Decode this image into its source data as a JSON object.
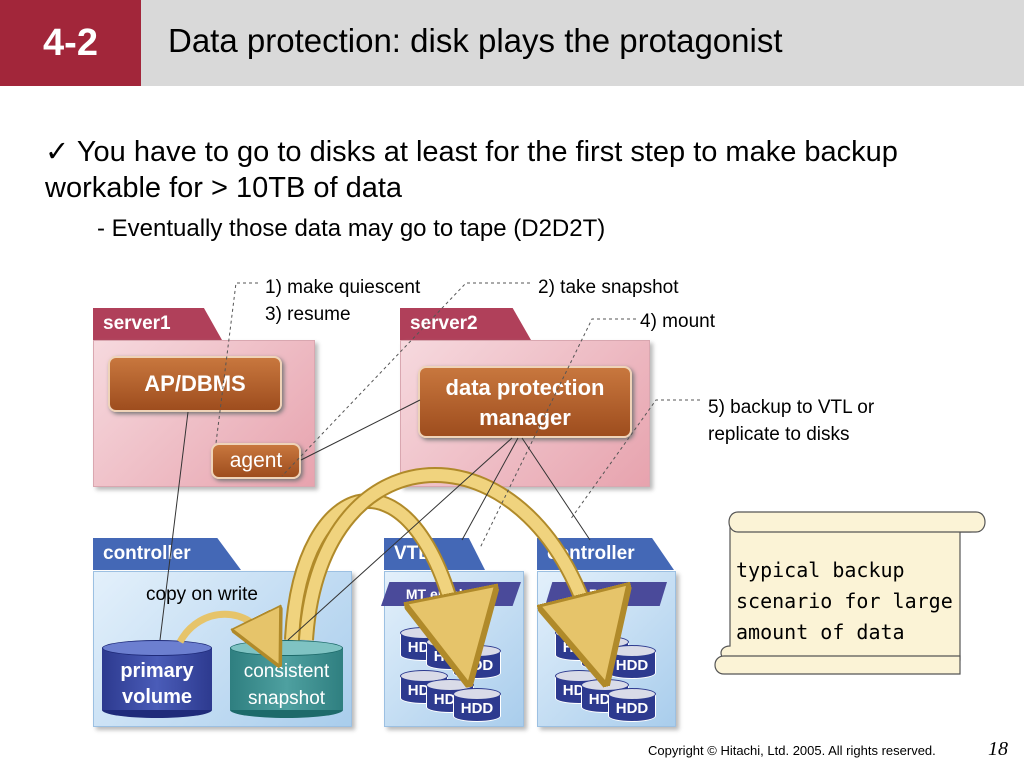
{
  "header": {
    "section": "4-2",
    "title": "Data protection: disk plays the protagonist"
  },
  "bullet": {
    "check": "✓",
    "text": "You have to go to disks at least for the first step to make backup workable for > 10TB of data"
  },
  "subpoint": "- Eventually those data may go to tape (D2D2T)",
  "servers": {
    "server1": {
      "tab": "server1",
      "app": "AP/DBMS",
      "agent": "agent"
    },
    "server2": {
      "tab": "server2",
      "manager": "data protection manager"
    }
  },
  "storage": {
    "controller1": {
      "tab": "controller",
      "cow": "copy on write",
      "primary": "primary volume",
      "snapshot": "consistent snapshot"
    },
    "vtl": {
      "tab": "VTL",
      "emulation": "MT emulation",
      "hdd": "HDD"
    },
    "controller2": {
      "tab": "controller",
      "raid": "RAID",
      "hdd": "HDD"
    }
  },
  "steps": {
    "s1": "1) make quiescent",
    "s2": "2) take snapshot",
    "s3": "3) resume",
    "s4": "4) mount",
    "s5a": "5) backup to VTL or",
    "s5b": "replicate to disks"
  },
  "note": {
    "l1": "typical backup",
    "l2": "scenario for large",
    "l3": "amount of data"
  },
  "footer": {
    "copyright": "Copyright © Hitachi, Ltd. 2005. All rights reserved.",
    "page": "18"
  },
  "colors": {
    "accent": "#a2263a",
    "server": "#b0405a",
    "storage": "#4468b6",
    "box": "#b0602e",
    "hdd": "#2d3a8f",
    "arrow": "#e6c46a"
  }
}
